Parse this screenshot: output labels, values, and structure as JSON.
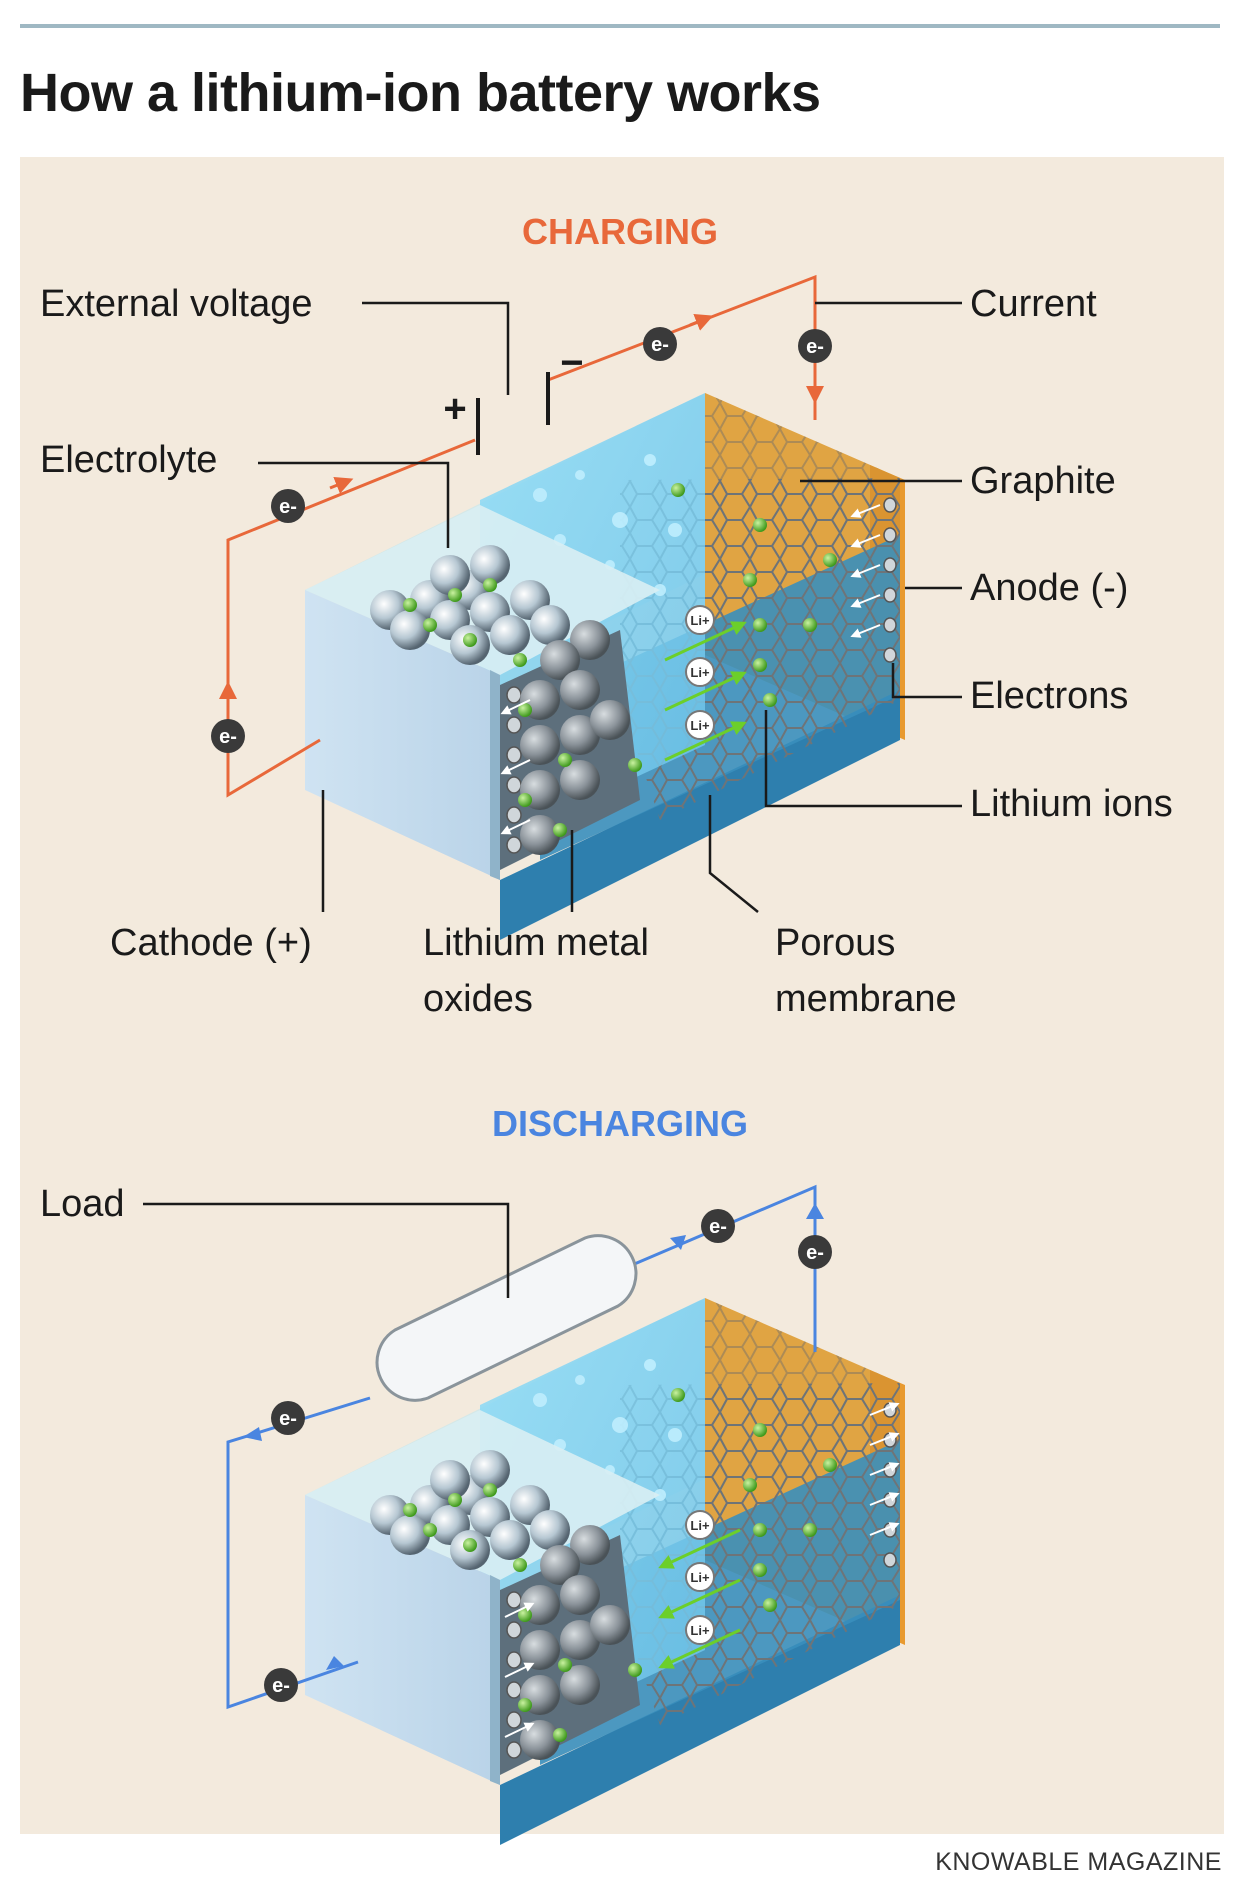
{
  "title": "How a lithium-ion battery works",
  "credit": "KNOWABLE MAGAZINE",
  "colors": {
    "charging": "#e8683a",
    "discharging": "#4a85e0",
    "anode": "#f2b24a",
    "cathode": "#c6dcef",
    "membrane": "#8fd6f2",
    "ion": "#5cb82e"
  },
  "charging": {
    "heading": "CHARGING",
    "labels": {
      "external_voltage": "External voltage",
      "current": "Current",
      "electrolyte": "Electrolyte",
      "graphite": "Graphite",
      "anode": "Anode (-)",
      "electrons": "Electrons",
      "lithium_ions": "Lithium ions",
      "cathode": "Cathode (+)",
      "lithium_metal_oxides_1": "Lithium metal",
      "lithium_metal_oxides_2": "oxides",
      "porous_membrane_1": "Porous",
      "porous_membrane_2": "membrane"
    },
    "plus": "+",
    "minus": "−"
  },
  "discharging": {
    "heading": "DISCHARGING",
    "labels": {
      "load": "Load"
    }
  },
  "electron": "e-",
  "ion": "Li+"
}
